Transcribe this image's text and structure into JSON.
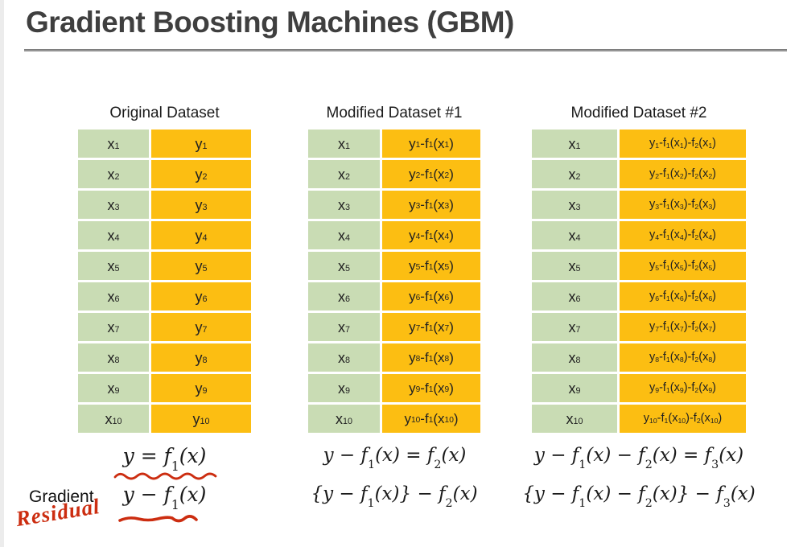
{
  "title": "Gradient Boosting Machines (GBM)",
  "colors": {
    "x_cell_green": "#c9dcb4",
    "y_cell_orange": "#fcbe12",
    "annotation_red": "#cc2d10",
    "title_gray": "#3f3f3f"
  },
  "annotations": {
    "gradient_label": "Gradient",
    "residual_label": "Residual"
  },
  "columns": [
    {
      "title": "Original Dataset",
      "main_equation": "y = f_1(x)",
      "residual_equation": "y − f_1(x)",
      "rows": [
        {
          "x": "x_1",
          "y": "y_1"
        },
        {
          "x": "x_2",
          "y": "y_2"
        },
        {
          "x": "x_3",
          "y": "y_3"
        },
        {
          "x": "x_4",
          "y": "y_4"
        },
        {
          "x": "x_5",
          "y": "y_5"
        },
        {
          "x": "x_6",
          "y": "y_6"
        },
        {
          "x": "x_7",
          "y": "y_7"
        },
        {
          "x": "x_8",
          "y": "y_8"
        },
        {
          "x": "x_9",
          "y": "y_9"
        },
        {
          "x": "x_10",
          "y": "y_10"
        }
      ]
    },
    {
      "title": "Modified Dataset #1",
      "main_equation": "y − f_1(x) = f_2(x)",
      "residual_equation": "{y − f_1(x)} − f_2(x)",
      "rows": [
        {
          "x": "x_1",
          "y": "y_1-f_1(x_1)"
        },
        {
          "x": "x_2",
          "y": "y_2-f_1(x_2)"
        },
        {
          "x": "x_3",
          "y": "y_3-f_1(x_3)"
        },
        {
          "x": "x_4",
          "y": "y_4-f_1(x_4)"
        },
        {
          "x": "x_5",
          "y": "y_5-f_1(x_5)"
        },
        {
          "x": "x_6",
          "y": "y_6-f_1(x_6)"
        },
        {
          "x": "x_7",
          "y": "y_7-f_1(x_7)"
        },
        {
          "x": "x_8",
          "y": "y_8-f_1(x_8)"
        },
        {
          "x": "x_9",
          "y": "y_9-f_1(x_9)"
        },
        {
          "x": "x_10",
          "y": "y_10-f_1(x_10)"
        }
      ]
    },
    {
      "title": "Modified Dataset #2",
      "main_equation": "y − f_1(x) − f_2(x) = f_3(x)",
      "residual_equation": "{y − f_1(x) − f_2(x)} − f_3(x)",
      "rows": [
        {
          "x": "x_1",
          "y": "y_1-f_1(x_1)-f_2(x_1)"
        },
        {
          "x": "x_2",
          "y": "y_2-f_1(x_2)-f_2(x_2)"
        },
        {
          "x": "x_3",
          "y": "y_3-f_1(x_3)-f_2(x_3)"
        },
        {
          "x": "x_4",
          "y": "y_4-f_1(x_4)-f_2(x_4)"
        },
        {
          "x": "x_5",
          "y": "y_5-f_1(x_5)-f_2(x_5)"
        },
        {
          "x": "x_6",
          "y": "y_6-f_1(x_6)-f_2(x_6)"
        },
        {
          "x": "x_7",
          "y": "y_7-f_1(x_7)-f_2(x_7)"
        },
        {
          "x": "x_8",
          "y": "y_8-f_1(x_8)-f_2(x_8)"
        },
        {
          "x": "x_9",
          "y": "y_9-f_1(x_9)-f_2(x_9)"
        },
        {
          "x": "x_10",
          "y": "y_10-f_1(x_10)-f_2(x_10)"
        }
      ]
    }
  ]
}
